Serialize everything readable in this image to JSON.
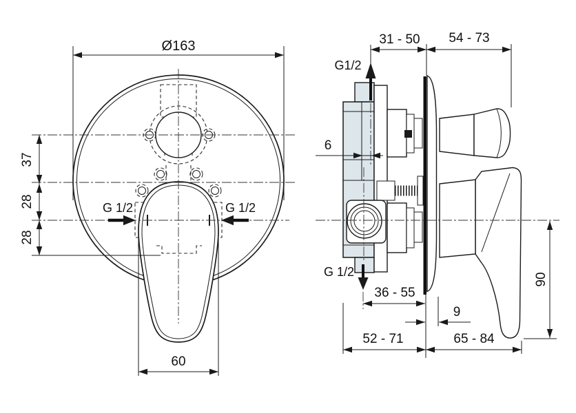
{
  "drawing": {
    "front": {
      "diameter": "Ø163",
      "dim37": "37",
      "dim28a": "28",
      "dim28b": "28",
      "g12_left": "G 1/2",
      "g12_right": "G 1/2",
      "dim60": "60"
    },
    "side": {
      "dim31_50": "31 - 50",
      "dim54_73": "54 - 73",
      "g12_top": "G1/2",
      "dim6": "6",
      "g12_bottom": "G 1/2",
      "dim36_55": "36 - 55",
      "dim9": "9",
      "dim52_71": "52 - 71",
      "dim65_84": "65 - 84",
      "dim90": "90"
    },
    "colors": {
      "line": "#1a1a1a",
      "body_fill": "#dde6ea",
      "background": "#ffffff"
    }
  }
}
